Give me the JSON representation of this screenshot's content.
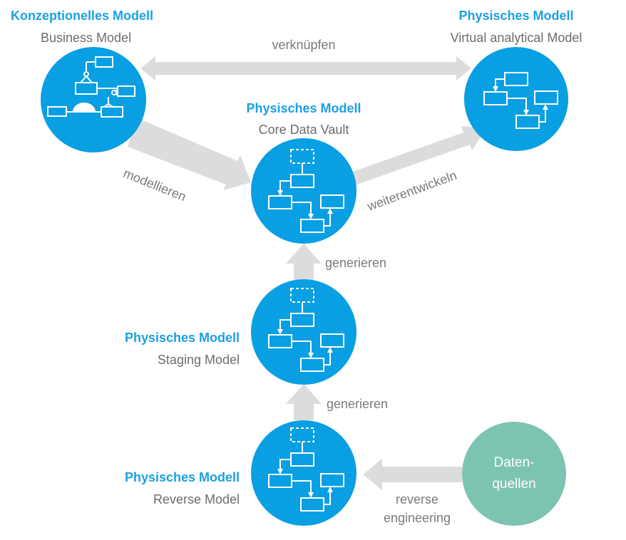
{
  "colors": {
    "node": "#089fe3",
    "source": "#7dc3b2",
    "arrow": "#dcdcdc",
    "title": "#1ba0e2",
    "subtitle": "#6d6d6d",
    "arrow_label": "#7a7a7a"
  },
  "nodes": {
    "business": {
      "title": "Konzeptionelles Modell",
      "subtitle": "Business Model",
      "icon": "entity-relationship-icon"
    },
    "virtual": {
      "title": "Physisches Modell",
      "subtitle": "Virtual analytical Model",
      "icon": "table-flow-icon"
    },
    "core": {
      "title": "Physisches Modell",
      "subtitle": "Core Data Vault",
      "icon": "table-flow-dashed-icon"
    },
    "staging": {
      "title": "Physisches Modell",
      "subtitle": "Staging Model",
      "icon": "table-flow-dashed-icon"
    },
    "reverse": {
      "title": "Physisches Modell",
      "subtitle": "Reverse Model",
      "icon": "table-flow-dashed-icon"
    },
    "source": {
      "line1": "Daten-",
      "line2": "quellen"
    }
  },
  "edges": {
    "link": {
      "label": "verknüpfen"
    },
    "model": {
      "label": "modellieren"
    },
    "develop": {
      "label": "weiterentwickeln"
    },
    "gen_core": {
      "label": "generieren"
    },
    "gen_staging": {
      "label": "generieren"
    },
    "reverse_eng": {
      "line1": "reverse",
      "line2": "engineering"
    }
  }
}
